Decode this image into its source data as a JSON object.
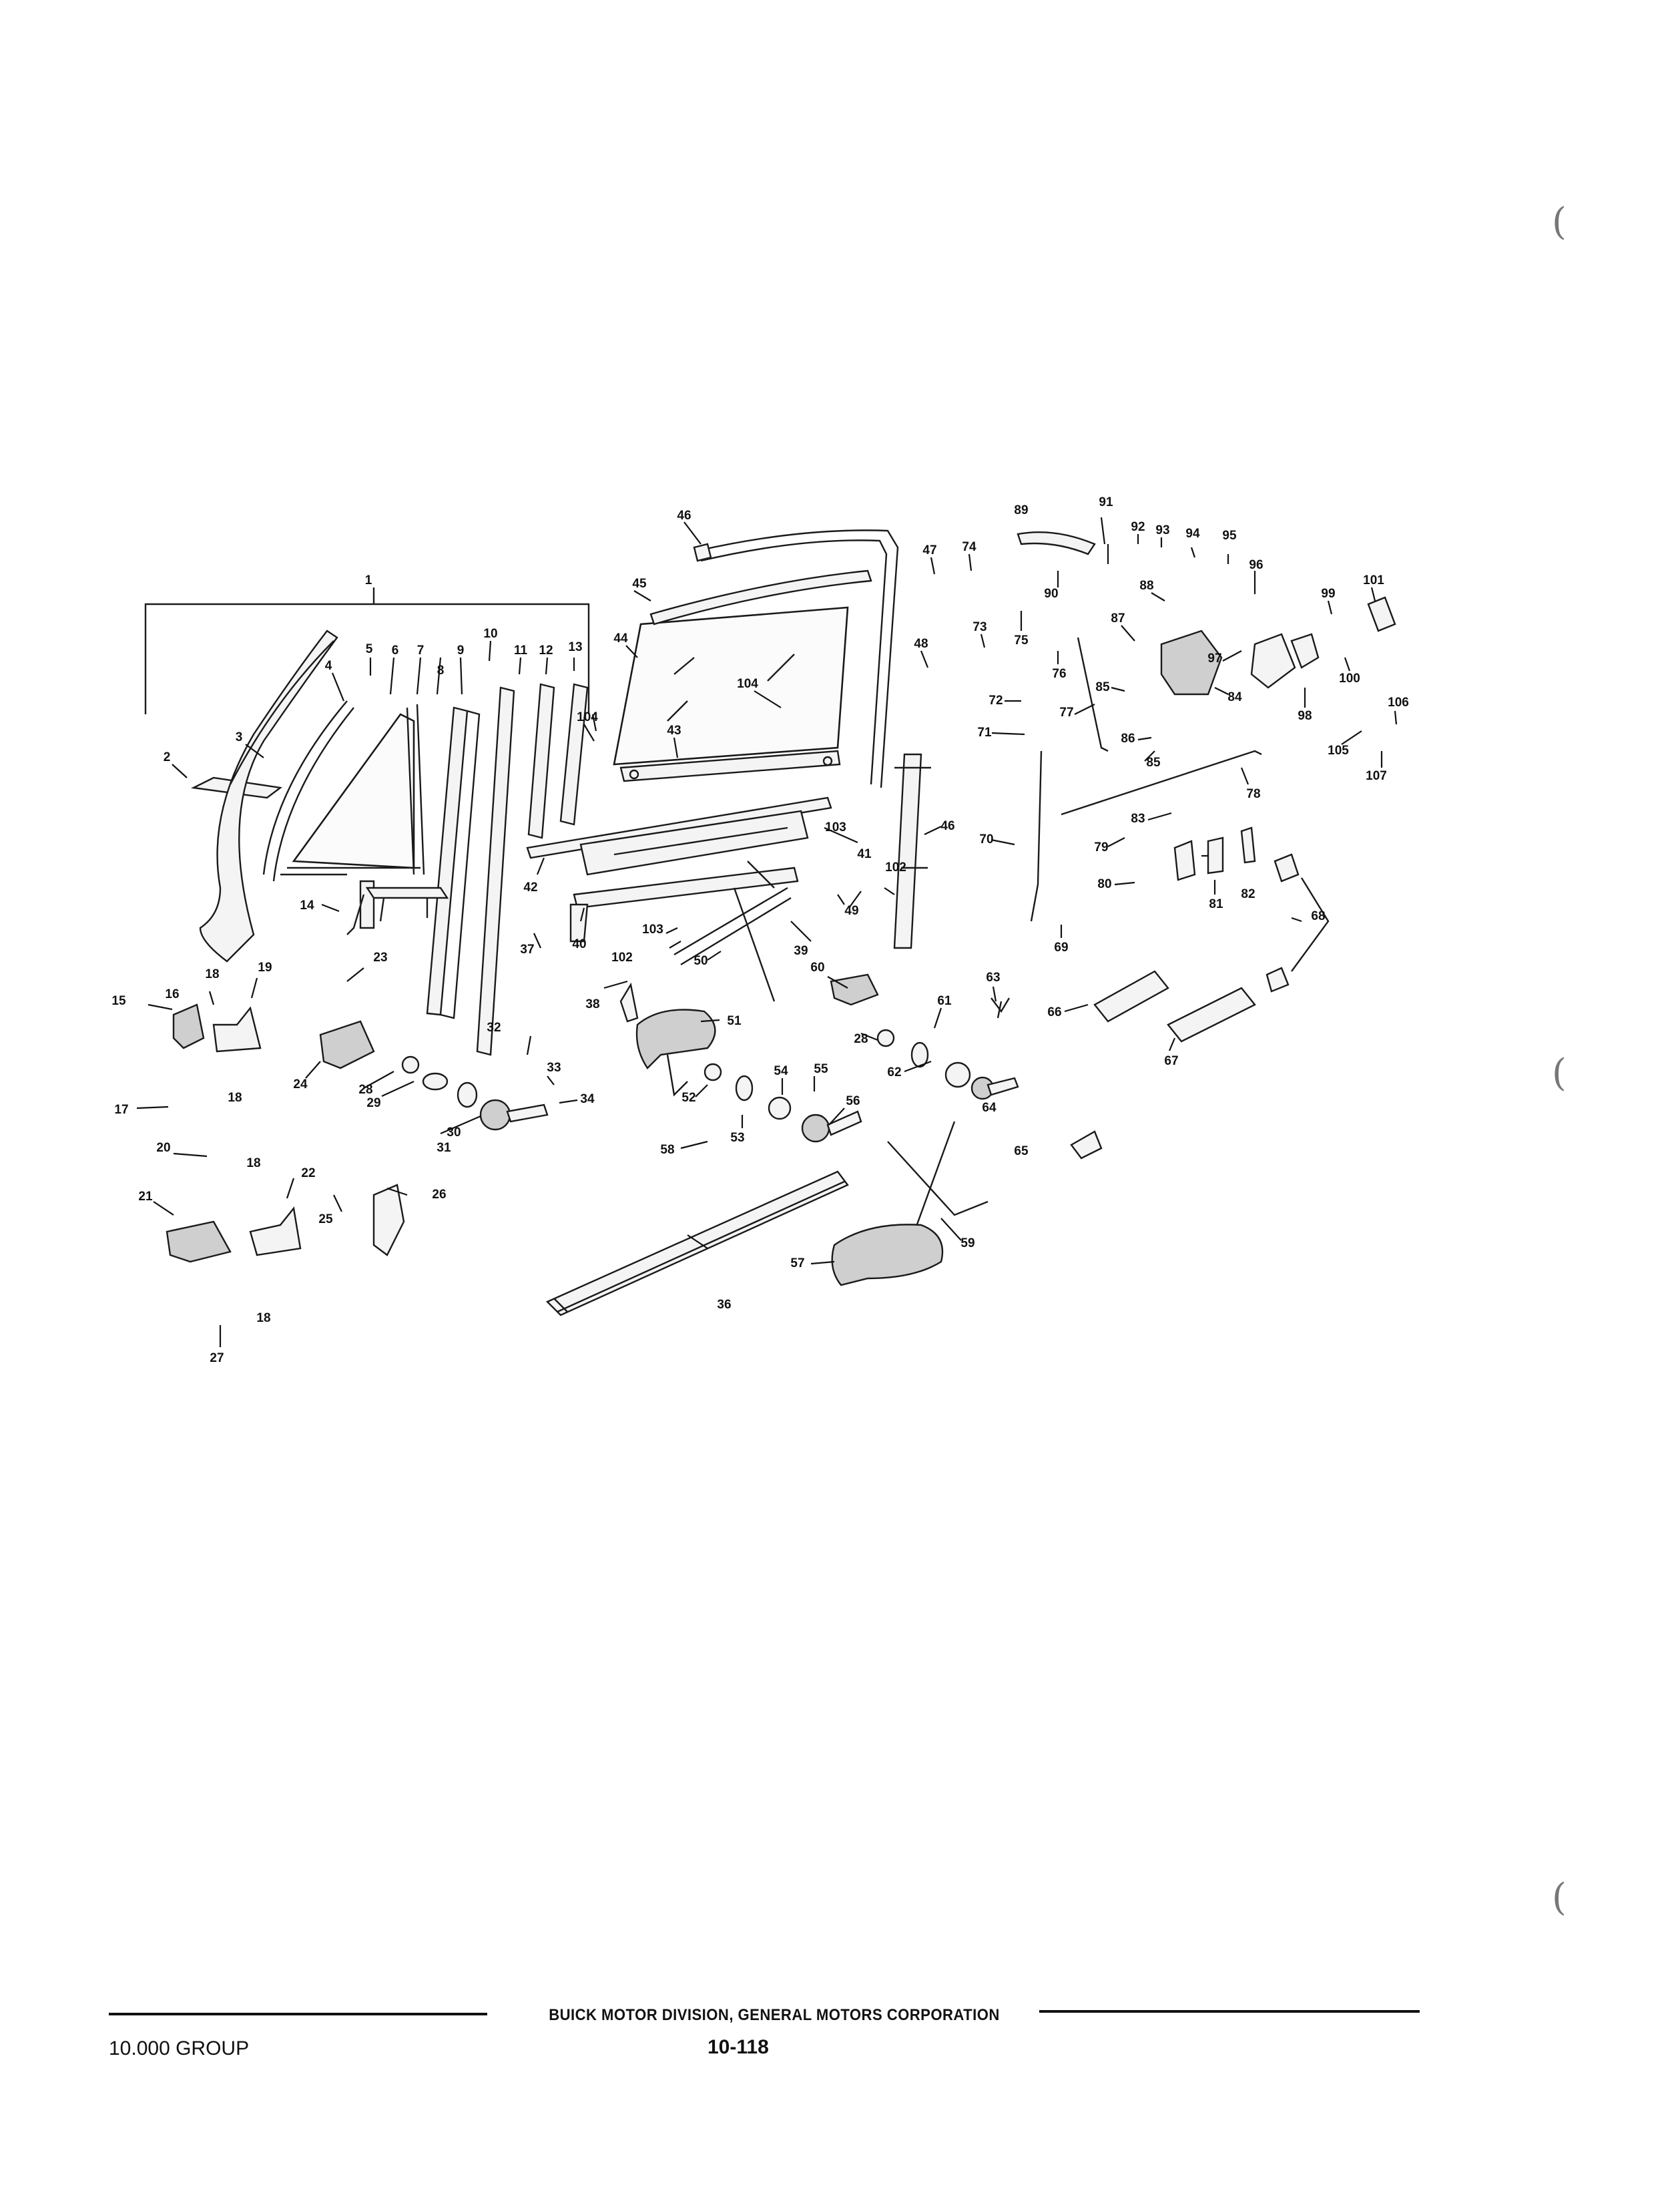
{
  "footer": {
    "corporation": "BUICK MOTOR DIVISION, GENERAL MOTORS CORPORATION",
    "group": "10.000 GROUP",
    "page_number": "10-118"
  },
  "margin_marks": [
    "(",
    "(",
    "("
  ],
  "callouts": [
    "1",
    "2",
    "3",
    "4",
    "5",
    "6",
    "7",
    "8",
    "9",
    "10",
    "11",
    "12",
    "13",
    "14",
    "15",
    "16",
    "17",
    "18",
    "19",
    "20",
    "21",
    "22",
    "23",
    "24",
    "25",
    "26",
    "27",
    "28",
    "29",
    "30",
    "31",
    "32",
    "33",
    "34",
    "36",
    "37",
    "38",
    "39",
    "40",
    "41",
    "42",
    "43",
    "44",
    "45",
    "46",
    "47",
    "48",
    "49",
    "50",
    "51",
    "52",
    "53",
    "54",
    "55",
    "56",
    "57",
    "58",
    "59",
    "60",
    "61",
    "62",
    "63",
    "64",
    "65",
    "66",
    "67",
    "68",
    "69",
    "70",
    "71",
    "72",
    "73",
    "74",
    "75",
    "76",
    "77",
    "78",
    "79",
    "80",
    "81",
    "82",
    "83",
    "84",
    "85",
    "86",
    "87",
    "88",
    "89",
    "90",
    "91",
    "92",
    "93",
    "94",
    "95",
    "96",
    "97",
    "98",
    "99",
    "100",
    "101",
    "102",
    "103",
    "104",
    "105",
    "106",
    "107"
  ]
}
